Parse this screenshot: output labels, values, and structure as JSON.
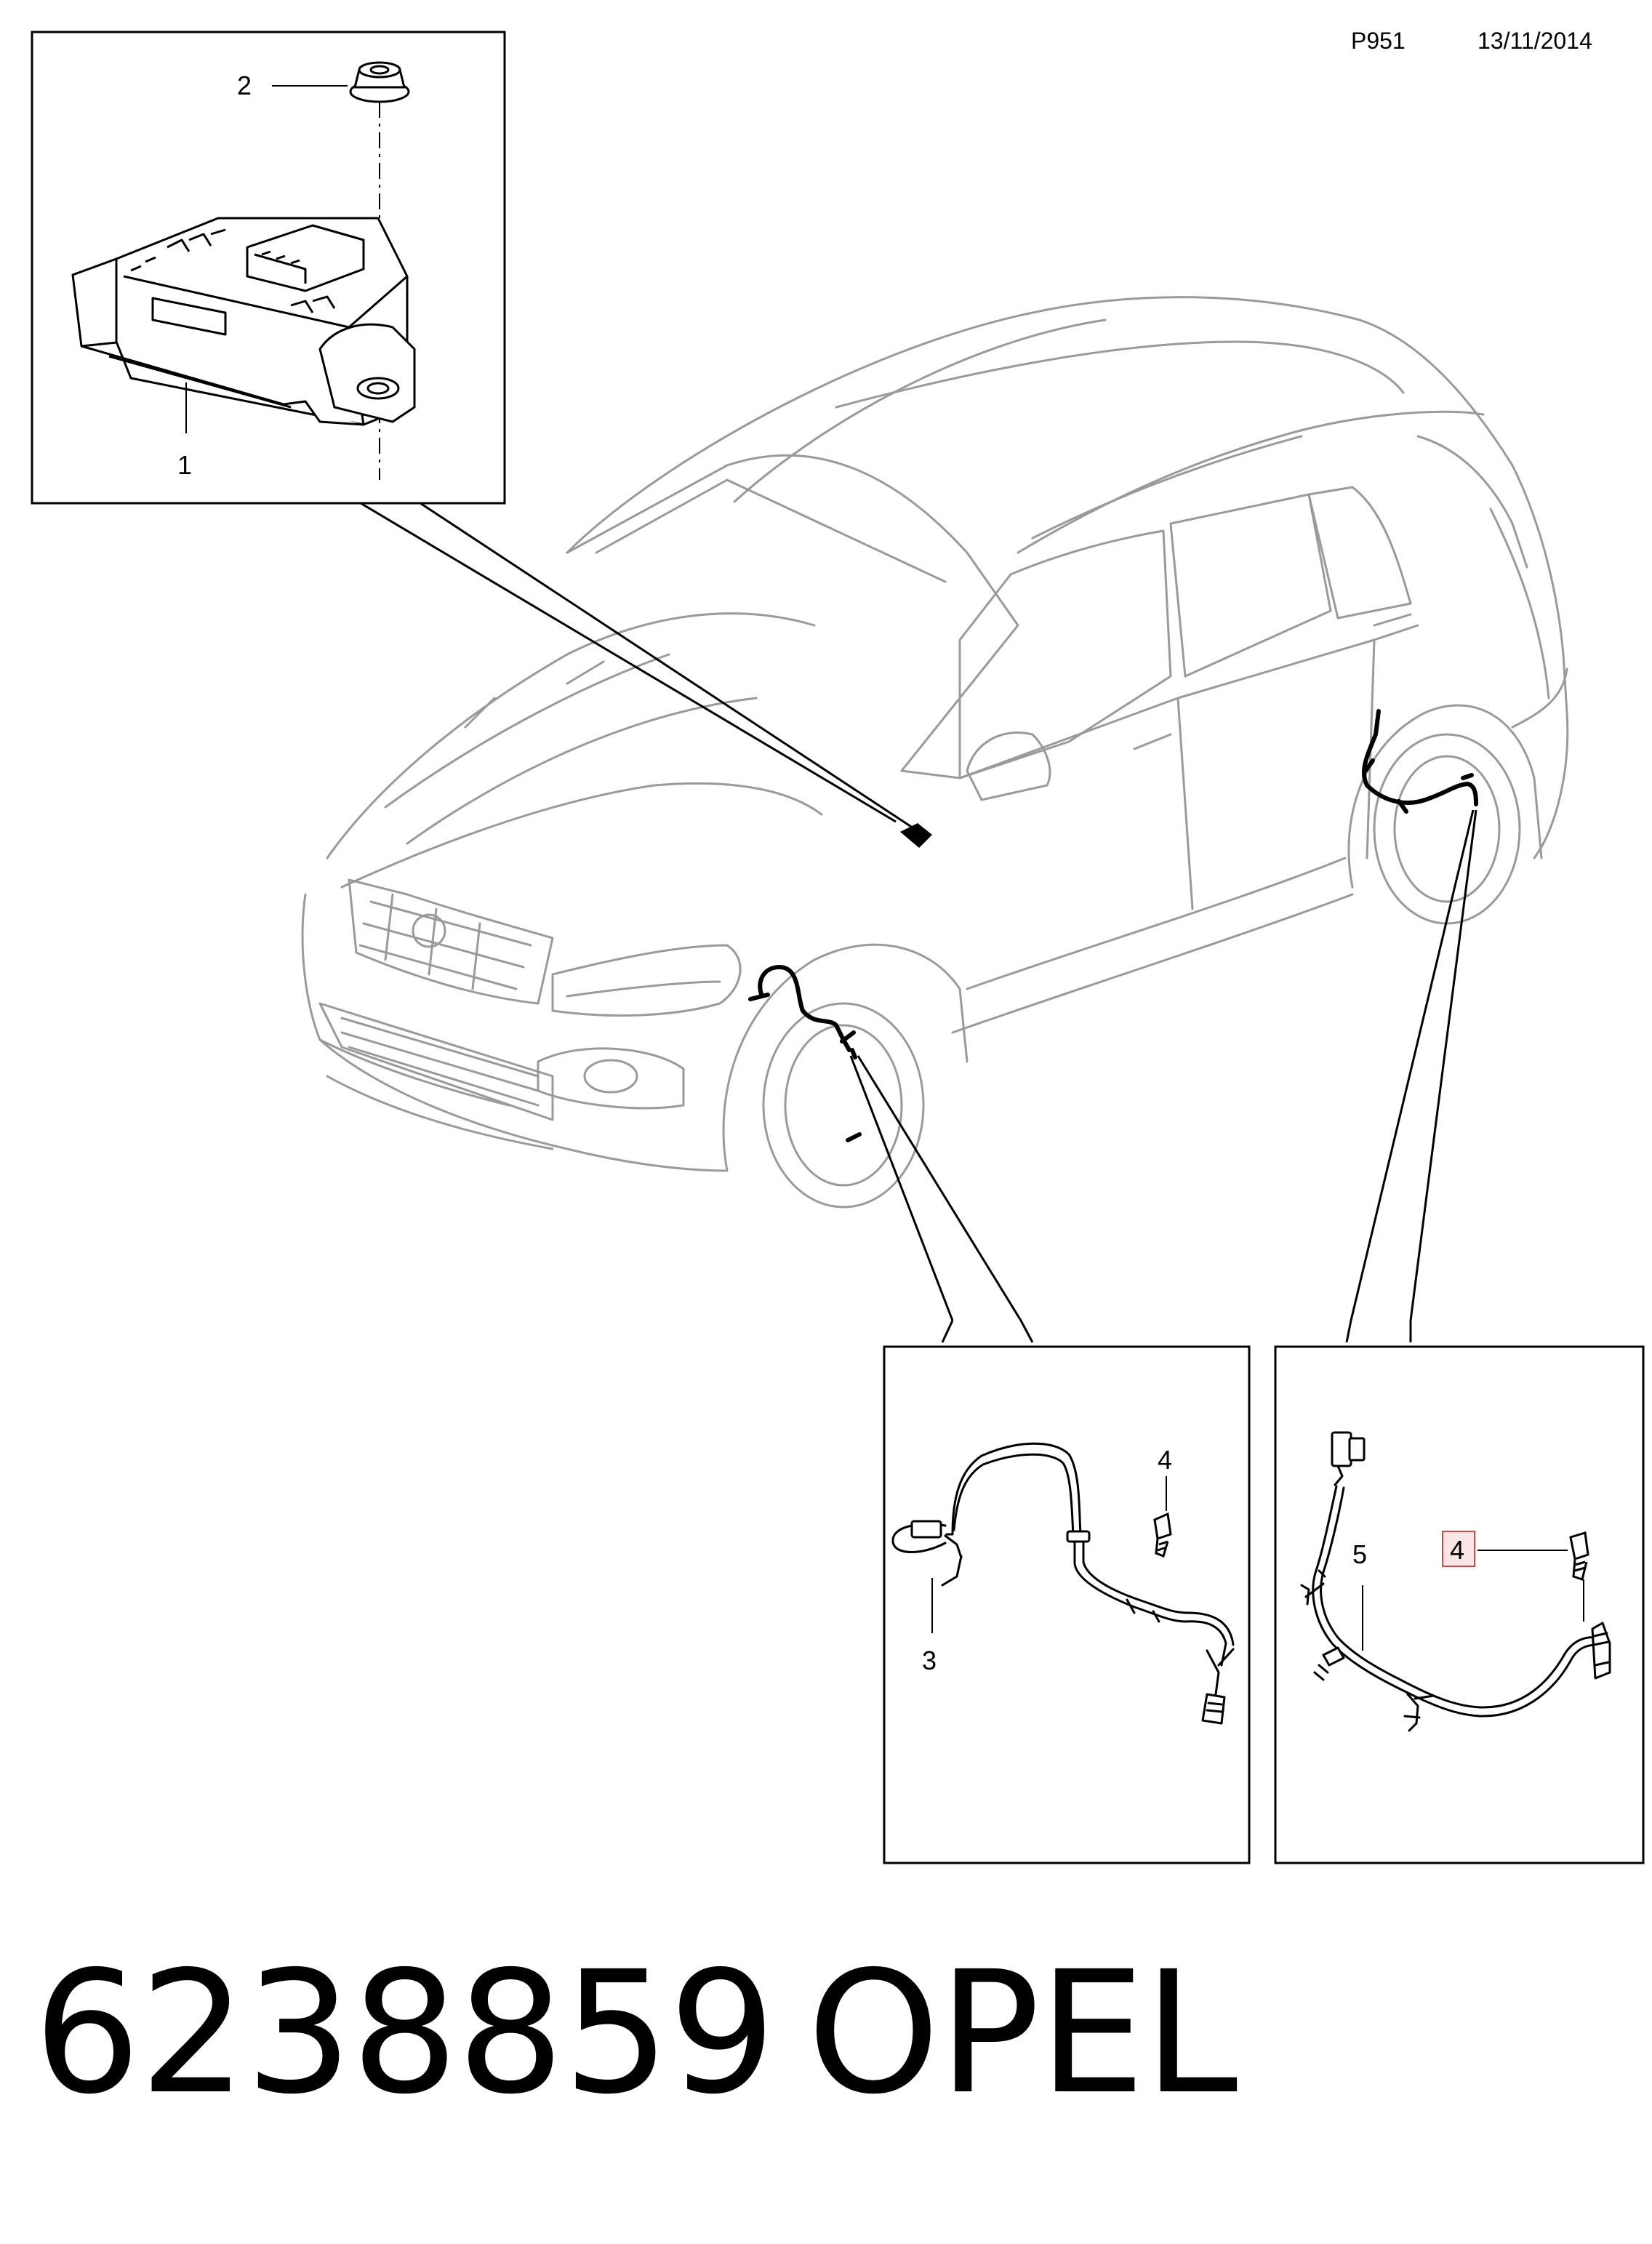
{
  "header": {
    "code": "P951",
    "date": "13/11/2014"
  },
  "callouts": {
    "module": "1",
    "nut": "2",
    "front_sensor": "3",
    "screw_front": "4",
    "screw_rear": "4",
    "rear_sensor": "5"
  },
  "footer": {
    "part_number": "6238859",
    "brand": "OPEL"
  },
  "colors": {
    "line": "#000000",
    "car_outline": "#9a9a9a",
    "highlight": "#d04a4a",
    "highlight_fill": "#fbe6e6"
  }
}
